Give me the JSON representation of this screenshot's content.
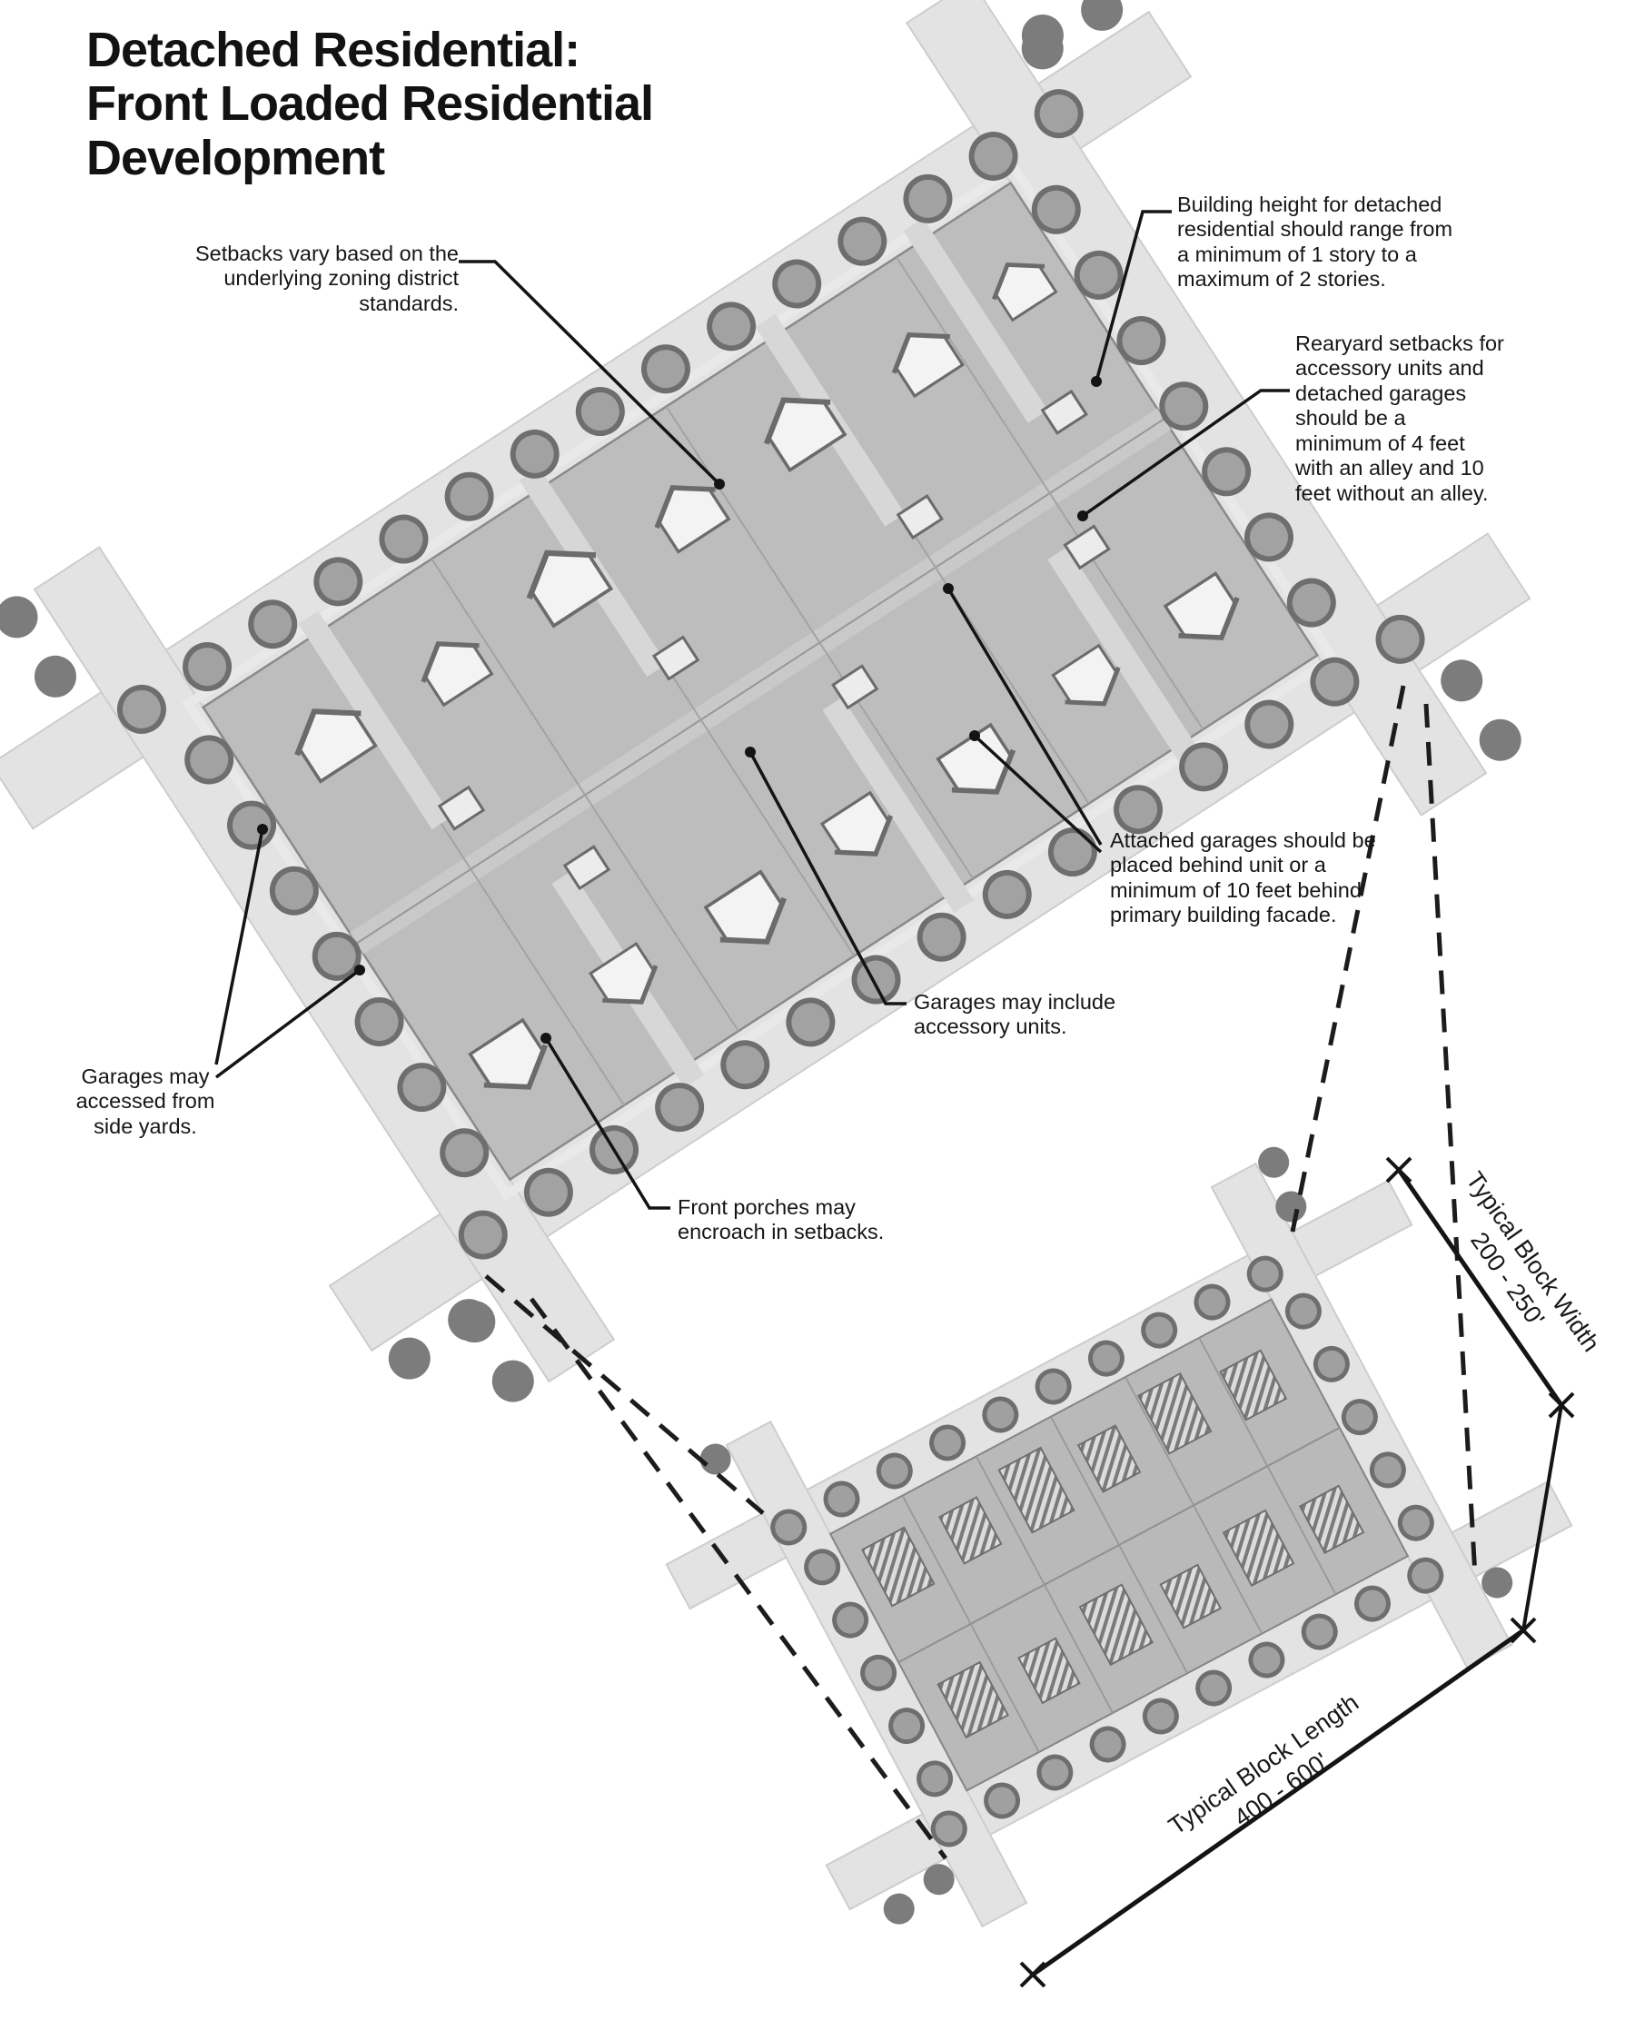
{
  "title": {
    "lines": [
      "Detached Residential:",
      "Front Loaded Residential",
      "Development"
    ]
  },
  "annotations": {
    "setbacks": {
      "lines": [
        "Setbacks vary based on the",
        "underlying zoning district",
        "standards."
      ]
    },
    "building_height": {
      "lines": [
        "Building height for detached",
        "residential should range from",
        "a minimum of 1 story to a",
        "maximum of 2 stories."
      ]
    },
    "rearyard_setbacks": {
      "lines": [
        "Rearyard setbacks for",
        "accessory units and",
        "detached garages",
        "should be a",
        "minimum of 4 feet",
        "with an alley and 10",
        "feet without an alley."
      ]
    },
    "attached_garages": {
      "lines": [
        "Attached garages should be",
        "placed behind unit or a",
        "minimum of 10 feet behind",
        "primary building facade."
      ]
    },
    "accessory_units": {
      "lines": [
        "Garages may include",
        "accessory units."
      ]
    },
    "side_yard_garages": {
      "lines": [
        "Garages may",
        "accessed from",
        "side yards."
      ]
    },
    "front_porches": {
      "lines": [
        "Front porches may",
        "encroach in setbacks."
      ]
    }
  },
  "dimensions": {
    "block_width": {
      "label": "Typical Block Width",
      "range": "200 - 250'"
    },
    "block_length": {
      "label": "Typical Block Length",
      "range": "400 - 600'"
    }
  },
  "colors": {
    "ink": "#141414",
    "street": "#e3e3e3",
    "block": "#bdbdbd",
    "tree_dark": "#6e6e6e",
    "tree_light": "#a2a2a2"
  }
}
